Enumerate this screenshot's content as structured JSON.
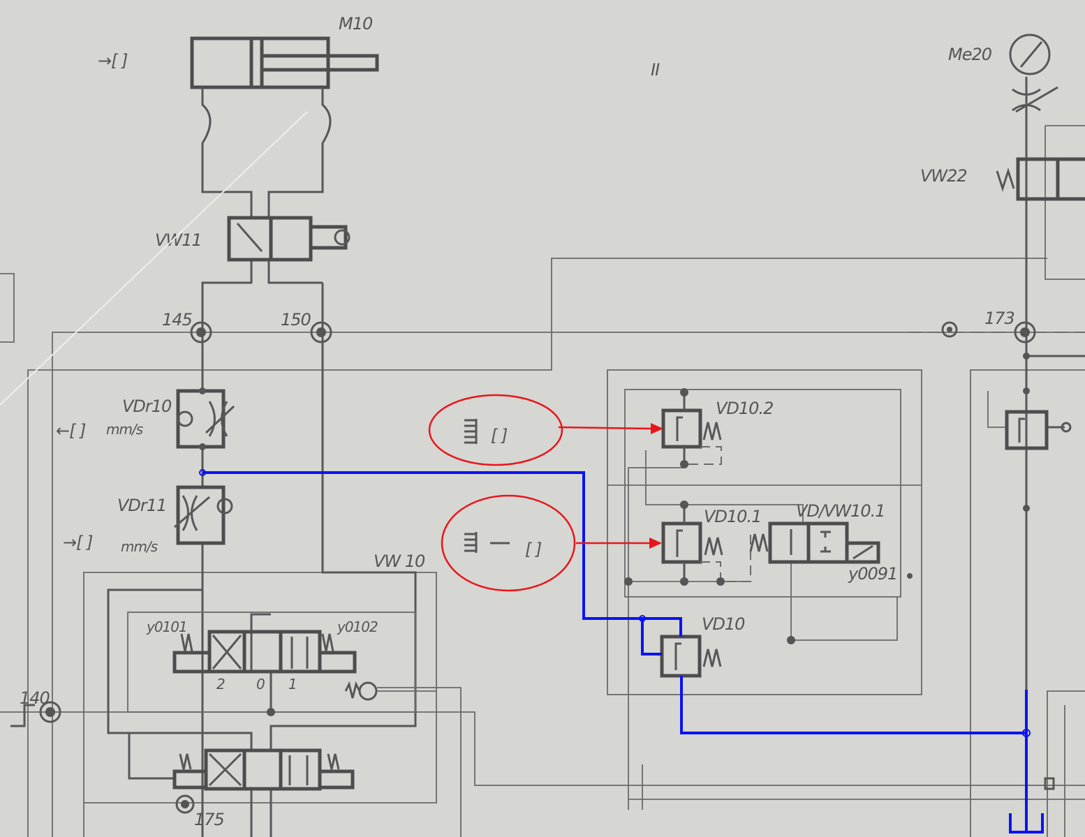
{
  "title": "Hydraulic circuit schematic (scanned)",
  "components": {
    "cylinder": "M10",
    "gauge": "Me20",
    "valve_vw22": "VW22",
    "valve_vw11": "VW11",
    "port_145": "145",
    "port_150": "150",
    "port_173": "173",
    "port_140": "140",
    "port_175": "175",
    "throttle_vdr10": "VDr10",
    "throttle_vdr11": "VDr11",
    "unit_vdr10": "mm/s",
    "unit_vdr11": "mm/s",
    "valve_vw10": "VW 10",
    "solenoid_left": "y0101",
    "solenoid_right": "y0102",
    "pos_2": "2",
    "pos_0": "0",
    "pos_1": "1",
    "valve_vd10_2": "VD10.2",
    "valve_vd10_1": "VD10.1",
    "valve_vdvw10_1": "VD/VW10.1",
    "solenoid_y0091": "y0091",
    "valve_vd10": "VD10",
    "mark_ii": "II"
  },
  "colors": {
    "annotation_red": "#e8161a",
    "highlight_blue": "#0a14f0",
    "line": "#575757"
  }
}
